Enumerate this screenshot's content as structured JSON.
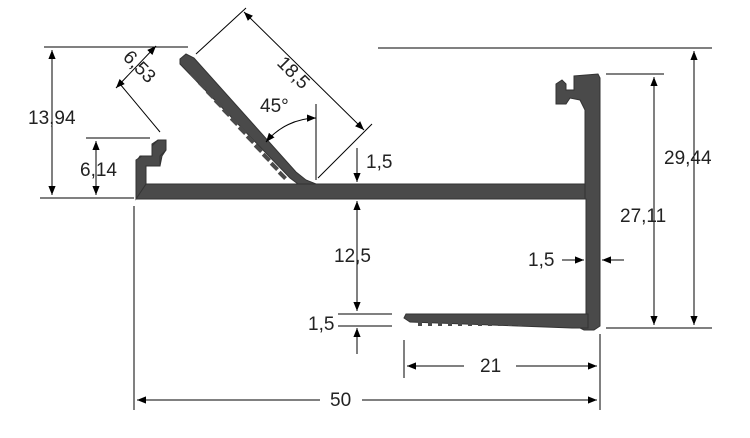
{
  "diagram": {
    "profile_color": "#4a4a4a",
    "line_color": "#000000",
    "text_color": "#222222",
    "dimensions": {
      "d_18_5": "18,5",
      "d_6_53": "6,53",
      "d_13_94": "13,94",
      "d_6_14": "6,14",
      "d_45": "45°",
      "d_1_5_top": "1,5",
      "d_12_5": "12,5",
      "d_1_5_bottom": "1,5",
      "d_21": "21",
      "d_50": "50",
      "d_29_44": "29,44",
      "d_27_11": "27,11",
      "d_1_5_right": "1,5"
    }
  }
}
